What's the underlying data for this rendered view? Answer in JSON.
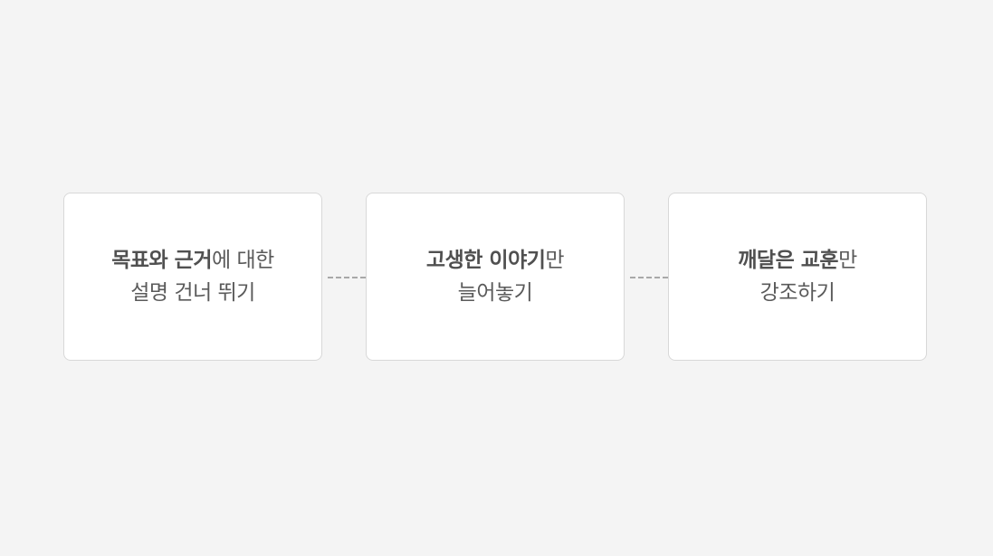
{
  "steps": [
    {
      "line1_bold": "목표와 근거",
      "line1_rest": "에 대한",
      "line2": "설명 건너 뛰기"
    },
    {
      "line1_bold": "고생한 이야기",
      "line1_rest": "만",
      "line2": "늘어놓기"
    },
    {
      "line1_bold": "깨달은 교훈",
      "line1_rest": "만",
      "line2": "강조하기"
    }
  ]
}
